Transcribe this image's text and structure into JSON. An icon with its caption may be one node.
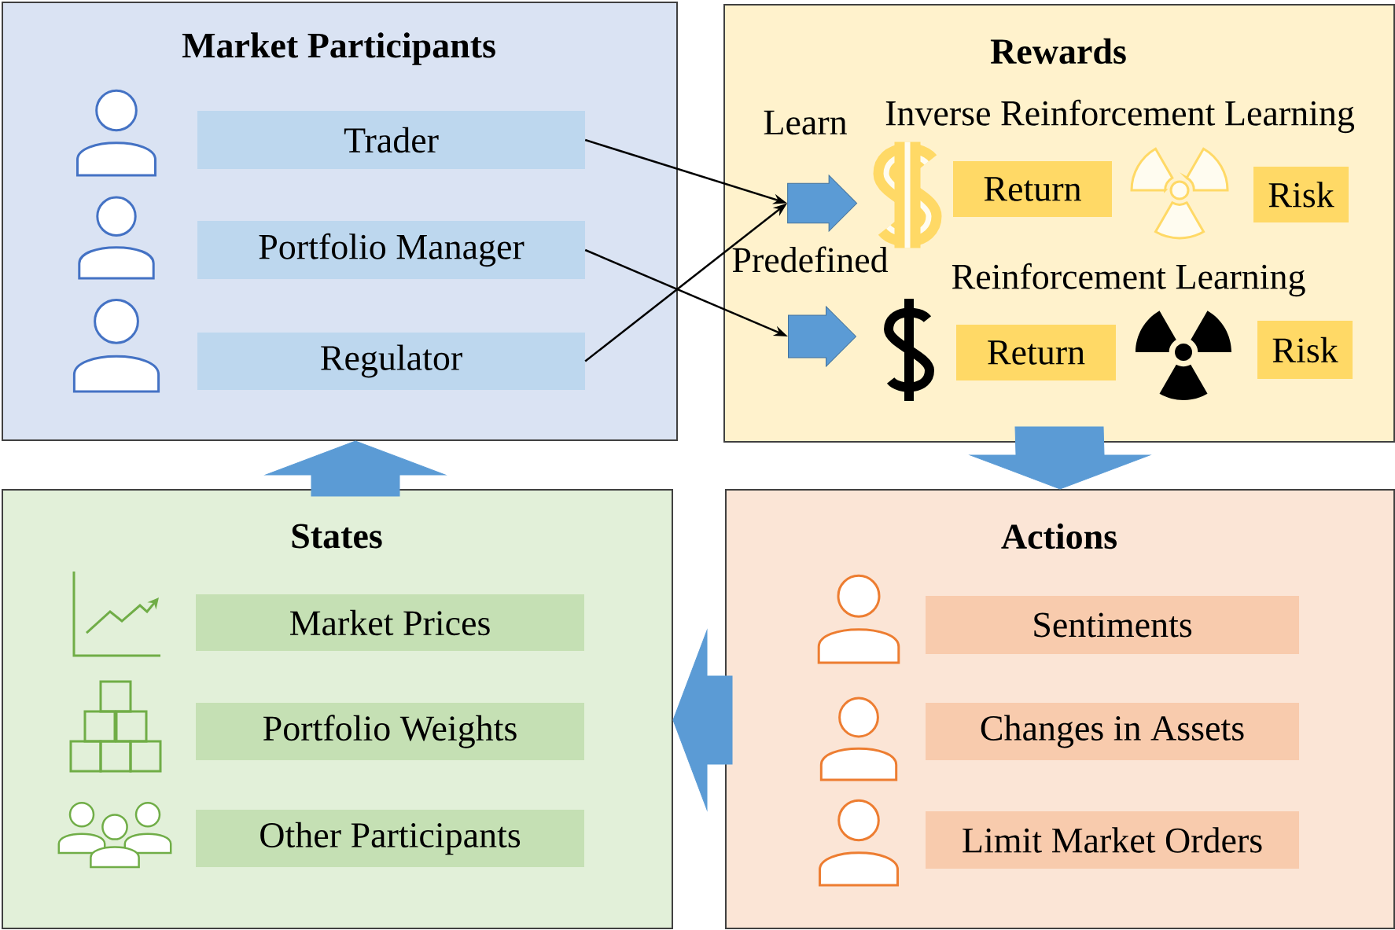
{
  "diagram": {
    "nodes": [
      {
        "text": [
          "Market Participants"
        ]
      },
      {
        "text": [
          "Trader"
        ],
        "in": 0
      },
      {
        "text": [
          "Portfolio Manager"
        ],
        "in": 0
      },
      {
        "text": [
          "Regulator"
        ],
        "in": 0
      },
      {
        "text": [
          "Rewards"
        ]
      },
      {
        "text": [],
        "shape": "arrow",
        "beside": [
          "Learn"
        ],
        "in": 4
      },
      {
        "text": [
          "Return"
        ],
        "in": 4
      },
      {
        "text": [
          "Risk"
        ],
        "in": 4
      },
      {
        "text": [],
        "shape": "arrow",
        "beside": [
          "Predefined"
        ],
        "in": 4
      },
      {
        "text": [
          "Return"
        ],
        "in": 4
      },
      {
        "text": [
          "Risk"
        ],
        "in": 4
      },
      {
        "text": [
          "States"
        ]
      },
      {
        "text": [
          "Market Prices"
        ],
        "in": 11
      },
      {
        "text": [
          "Portfolio Weights"
        ],
        "in": 11
      },
      {
        "text": [
          "Other Participants"
        ],
        "in": 11
      },
      {
        "text": [
          "Actions"
        ]
      },
      {
        "text": [
          "Sentiments"
        ],
        "in": 15
      },
      {
        "text": [
          "Changes in Assets"
        ],
        "in": 15
      },
      {
        "text": [
          "Limit Market Orders"
        ],
        "in": 15
      }
    ],
    "edges": [
      {
        "from": 1,
        "to": 5,
        "arrow": "to"
      },
      {
        "from": 3,
        "to": 5,
        "arrow": "to"
      },
      {
        "from": 2,
        "to": 8,
        "arrow": "to"
      },
      {
        "from": 4,
        "to": 15,
        "arrow": "to",
        "style": "thick",
        "color": "#5b9bd5"
      },
      {
        "from": 15,
        "to": 11,
        "arrow": "to",
        "style": "thick",
        "color": "#5b9bd5"
      },
      {
        "from": 11,
        "to": 0,
        "arrow": "to",
        "style": "thick",
        "color": "#5b9bd5"
      }
    ],
    "labels": [
      "Inverse Reinforcement Learning",
      "Reinforcement Learning"
    ]
  }
}
